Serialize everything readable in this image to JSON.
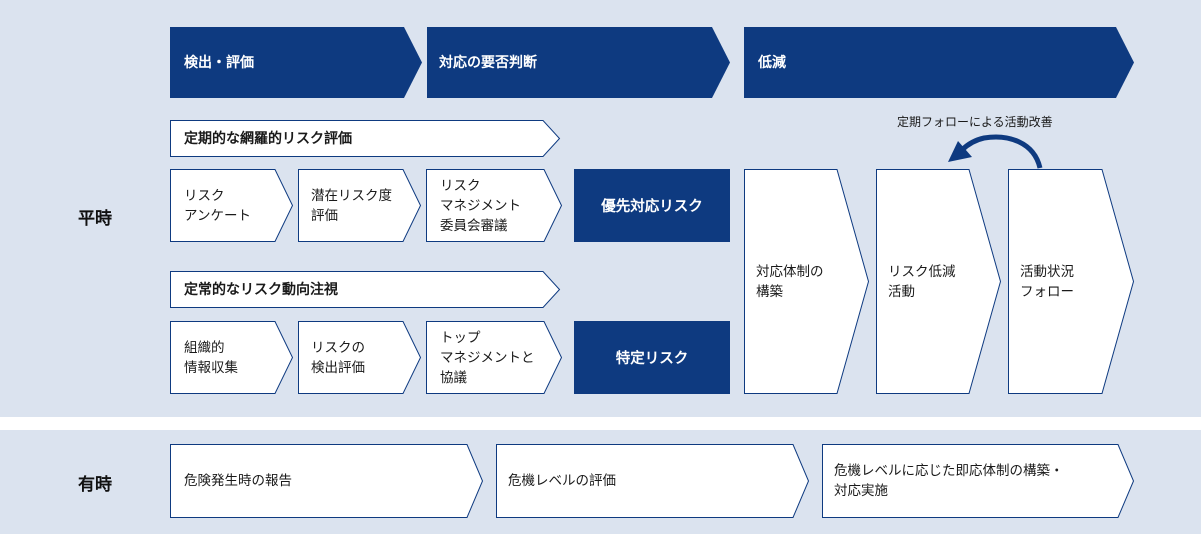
{
  "colors": {
    "panel": "#dbe3ef",
    "navy": "#0e3a80",
    "box_border": "#0e3a80",
    "arrow_stroke": "#0e3a80"
  },
  "phases": {
    "detect": "検出・評価",
    "decide": "対応の要否判断",
    "reduce": "低減"
  },
  "normal": {
    "label": "平時",
    "periodic_bar": "定期的な網羅的リスク評価",
    "periodic_steps": [
      "リスク\nアンケート",
      "潜在リスク度\n評価",
      "リスク\nマネジメント\n委員会審議"
    ],
    "priority_box": "優先対応リスク",
    "monitor_bar": "定常的なリスク動向注視",
    "monitor_steps": [
      "組織的\n情報収集",
      "リスクの\n検出評価",
      "トップ\nマネジメントと\n協議"
    ],
    "specific_box": "特定リスク",
    "reduce_steps": [
      "対応体制の\n構築",
      "リスク低減\n活動",
      "活動状況\nフォロー"
    ],
    "followup_note": "定期フォローによる活動改善"
  },
  "emergency": {
    "label": "有時",
    "steps": [
      "危険発生時の報告",
      "危機レベルの評価",
      "危機レベルに応じた即応体制の構築・\n対応実施"
    ]
  }
}
